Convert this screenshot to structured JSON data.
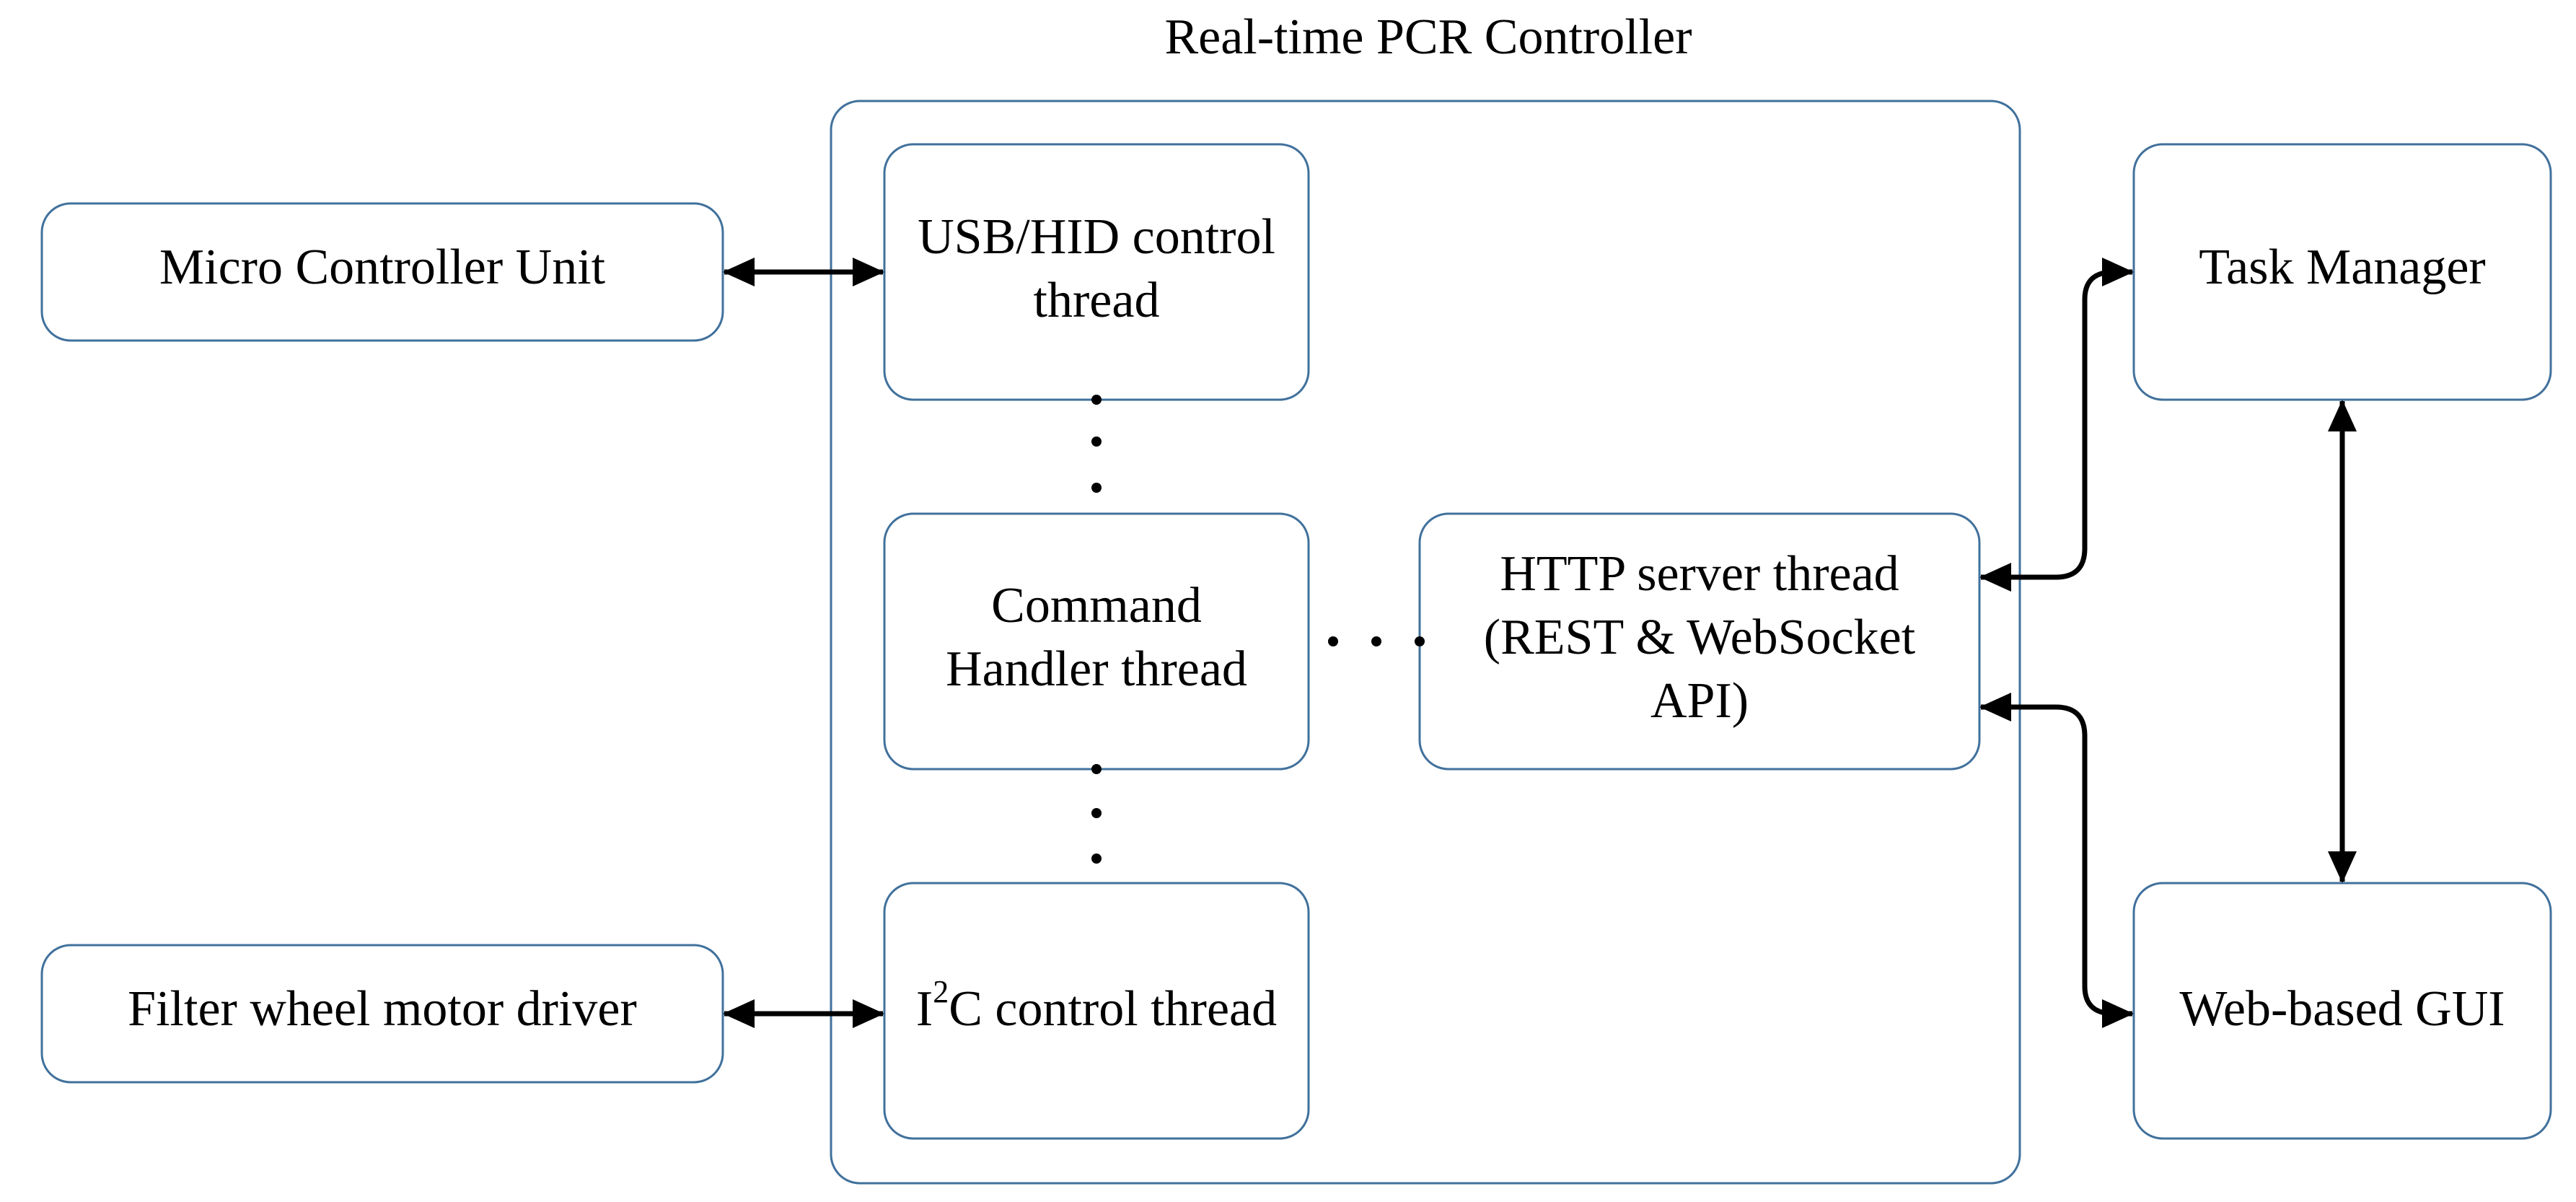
{
  "diagram": {
    "title": "Real-time PCR Controller",
    "external": {
      "mcu": "Micro Controller Unit",
      "filter_driver": "Filter wheel motor driver",
      "task_manager": "Task Manager",
      "web_gui": "Web-based GUI"
    },
    "threads": {
      "usb": {
        "line1": "USB/HID control",
        "line2": "thread"
      },
      "command": {
        "line1": "Command",
        "line2": "Handler thread"
      },
      "http": {
        "line1": "HTTP server thread",
        "line2": "(REST & WebSocket",
        "line3": "API)"
      },
      "i2c": {
        "prefix": "I",
        "superscript": "2",
        "suffix": "C control thread"
      }
    },
    "colors": {
      "box_stroke": "#41719c",
      "arrow": "#000000",
      "text": "#000000"
    }
  }
}
